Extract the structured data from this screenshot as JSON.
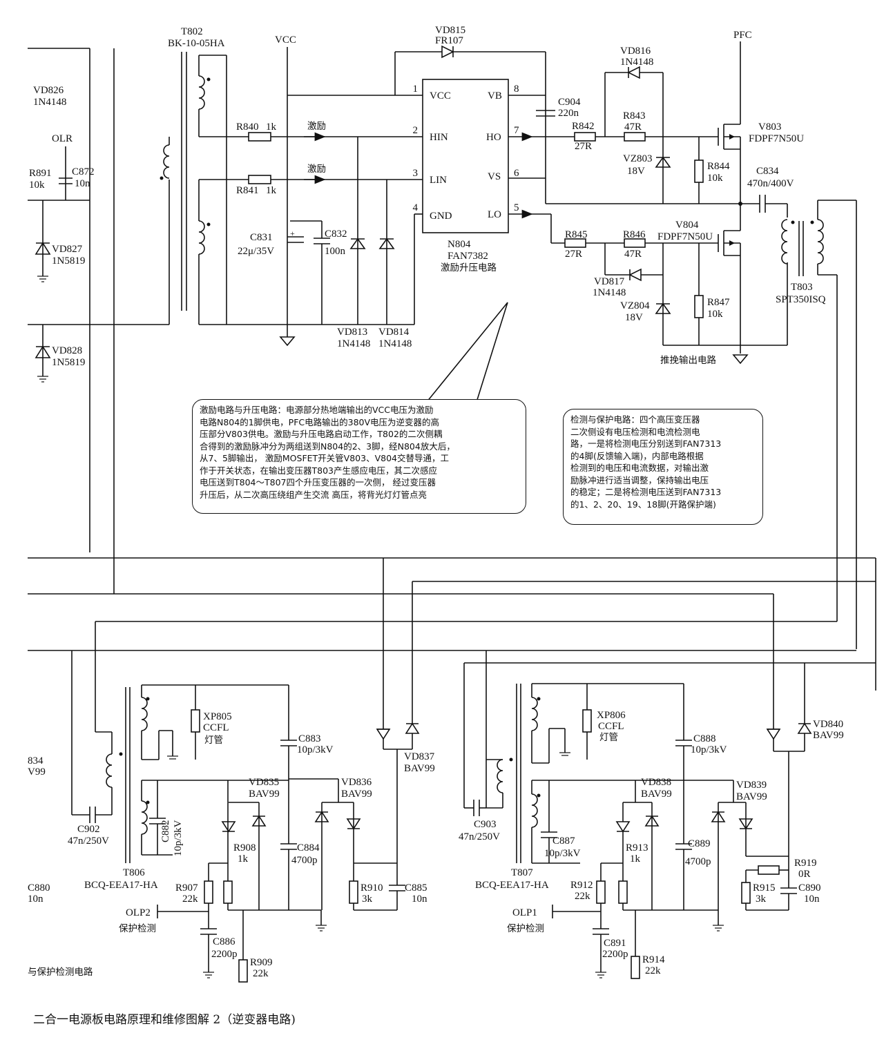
{
  "caption": "二合一电源板电路原理和维修图解 2（逆变器电路)",
  "ic": {
    "ref": "N804",
    "part": "FAN7382",
    "function": "激励升压电路",
    "pins_left": [
      {
        "num": "1",
        "name": "VCC"
      },
      {
        "num": "2",
        "name": "HIN"
      },
      {
        "num": "3",
        "name": "LIN"
      },
      {
        "num": "4",
        "name": "GND"
      }
    ],
    "pins_right": [
      {
        "num": "8",
        "name": "VB"
      },
      {
        "num": "7",
        "name": "HO"
      },
      {
        "num": "6",
        "name": "VS"
      },
      {
        "num": "5",
        "name": "LO"
      }
    ]
  },
  "nets": {
    "vcc": "VCC",
    "pfc": "PFC",
    "olr": "OLR",
    "olp2": "OLP2",
    "olp1": "OLP1",
    "drive": "激励"
  },
  "sections": {
    "push_pull": "推挽输出电路",
    "protect": "保护检测",
    "bottom_left": "与保护检测电路"
  },
  "components": {
    "T802": {
      "ref": "T802",
      "value": "BK-10-05HA"
    },
    "VD815": {
      "ref": "VD815",
      "value": "FR107"
    },
    "VD816": {
      "ref": "VD816",
      "value": "1N4148"
    },
    "VD826": {
      "ref": "VD826",
      "value": "1N4148"
    },
    "R891": {
      "ref": "R891",
      "value": "10k"
    },
    "C872": {
      "ref": "C872",
      "value": "10n"
    },
    "VD827": {
      "ref": "VD827",
      "value": "1N5819"
    },
    "VD828": {
      "ref": "VD828",
      "value": "1N5819"
    },
    "R840": {
      "ref": "R840",
      "value": "1k"
    },
    "R841": {
      "ref": "R841",
      "value": "1k"
    },
    "C831": {
      "ref": "C831",
      "value": "22μ/35V"
    },
    "C832": {
      "ref": "C832",
      "value": "100n"
    },
    "VD813": {
      "ref": "VD813",
      "value": "1N4148"
    },
    "VD814": {
      "ref": "VD814",
      "value": "1N4148"
    },
    "C904": {
      "ref": "C904",
      "value": "220n"
    },
    "R842": {
      "ref": "R842",
      "value": "27R"
    },
    "R843": {
      "ref": "R843",
      "value": "47R"
    },
    "VZ803": {
      "ref": "VZ803",
      "value": "18V"
    },
    "R844": {
      "ref": "R844",
      "value": "10k"
    },
    "V803": {
      "ref": "V803",
      "value": "FDPF7N50U"
    },
    "C834": {
      "ref": "C834",
      "value": "470n/400V"
    },
    "V804": {
      "ref": "V804",
      "value": "FDPF7N50U"
    },
    "R845": {
      "ref": "R845",
      "value": "27R"
    },
    "R846": {
      "ref": "R846",
      "value": "47R"
    },
    "VD817": {
      "ref": "VD817",
      "value": "1N4148"
    },
    "VZ804": {
      "ref": "VZ804",
      "value": "18V"
    },
    "R847": {
      "ref": "R847",
      "value": "10k"
    },
    "T803": {
      "ref": "T803",
      "value": "SPT350ISQ"
    },
    "XP805": {
      "ref": "XP805",
      "value": "CCFL",
      "extra": "灯管"
    },
    "XP806": {
      "ref": "XP806",
      "value": "CCFL",
      "extra": "灯管"
    },
    "C883": {
      "ref": "C883",
      "value": "10p/3kV"
    },
    "C888": {
      "ref": "C888",
      "value": "10p/3kV"
    },
    "VD837": {
      "ref": "VD837",
      "value": "BAV99"
    },
    "VD840": {
      "ref": "VD840",
      "value": "BAV99"
    },
    "VD835": {
      "ref": "VD835",
      "value": "BAV99"
    },
    "VD836": {
      "ref": "VD836",
      "value": "BAV99"
    },
    "VD838": {
      "ref": "VD838",
      "value": "BAV99"
    },
    "VD839": {
      "ref": "VD839",
      "value": "BAV99"
    },
    "C882": {
      "ref": "C882",
      "value": "10p/3kV"
    },
    "C887": {
      "ref": "C887",
      "value": "10p/3kV"
    },
    "C902": {
      "ref": "C902",
      "value": "47n/250V"
    },
    "C903": {
      "ref": "C903",
      "value": "47n/250V"
    },
    "R908": {
      "ref": "R908",
      "value": "1k"
    },
    "R913": {
      "ref": "R913",
      "value": "1k"
    },
    "C884": {
      "ref": "C884",
      "value": "4700p"
    },
    "C889": {
      "ref": "C889",
      "value": "4700p"
    },
    "T806": {
      "ref": "T806",
      "value": "BCQ-EEA17-HA"
    },
    "T807": {
      "ref": "T807",
      "value": "BCQ-EEA17-HA"
    },
    "R907": {
      "ref": "R907",
      "value": "22k"
    },
    "R912": {
      "ref": "R912",
      "value": "22k"
    },
    "R910": {
      "ref": "R910",
      "value": "3k"
    },
    "R915": {
      "ref": "R915",
      "value": "3k"
    },
    "C885": {
      "ref": "C885",
      "value": "10n"
    },
    "C890": {
      "ref": "C890",
      "value": "10n"
    },
    "R919": {
      "ref": "R919",
      "value": "0R"
    },
    "C886": {
      "ref": "C886",
      "value": "2200p"
    },
    "C891": {
      "ref": "C891",
      "value": "2200p"
    },
    "R909": {
      "ref": "R909",
      "value": "22k"
    },
    "R914": {
      "ref": "R914",
      "value": "22k"
    },
    "C880": {
      "ref": "C880",
      "value": "10n"
    },
    "edge834": {
      "ref": "834",
      "value": "V99"
    }
  },
  "notes": {
    "drive": "激励电路与升压电路：电源部分热地端输出的VCC电压为激励\n电路N804的1脚供电，PFC电路输出的380V电压为逆变器的高\n压部分V803供电。激励与升压电路启动工作，T802的二次侧耦\n合得到的激励脉冲分为两组送到N804的2、3脚，经N804放大后，\n从7、5脚输出， 激励MOSFET开关管V803、V804交替导通，工\n作于开关状态，在输出变压器T803产生感应电压，其二次感应\n电压送到T804～T807四个升压变压器的一次侧， 经过变压器\n升压后，从二次高压绕组产生交流 高压，将背光灯灯管点亮",
    "protect": "检测与保护电路：四个高压变压器\n二次侧设有电压检测和电流检测电\n路，一是将检测电压分别送到FAN7313\n的4脚(反馈输入端)，内部电路根据\n检测到的电压和电流数据，对输出激\n励脉冲进行适当调整，保持输出电压\n的稳定；二是将检测电压送到FAN7313\n的1、2、20、19、18脚(开路保护端)"
  }
}
